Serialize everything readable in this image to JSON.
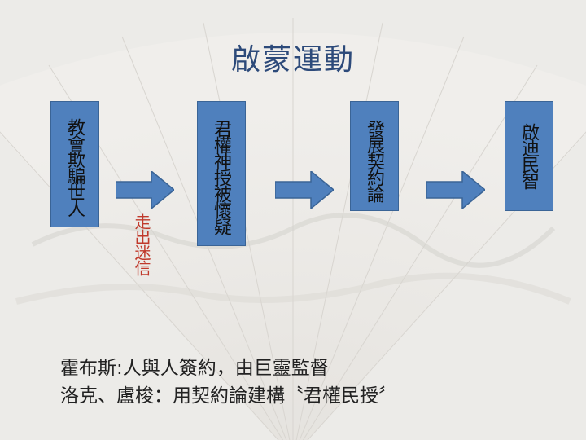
{
  "slide": {
    "title": "啟蒙運動",
    "boxes": [
      {
        "text": "教會欺騙世人"
      },
      {
        "text": "君權神授被懷疑"
      },
      {
        "text": "發展契約論"
      },
      {
        "text": "啟迪民智"
      }
    ],
    "side_note": "走出迷信",
    "lines": [
      "霍布斯:人與人簽約，由巨靈監督",
      "洛克、盧梭：用契約論建構〝君權民授〞"
    ]
  },
  "colors": {
    "box_fill": "#4f80bd",
    "arrow_fill": "#4f80bd",
    "title_color": "#2d4a7a",
    "note_color": "#c0392b"
  }
}
